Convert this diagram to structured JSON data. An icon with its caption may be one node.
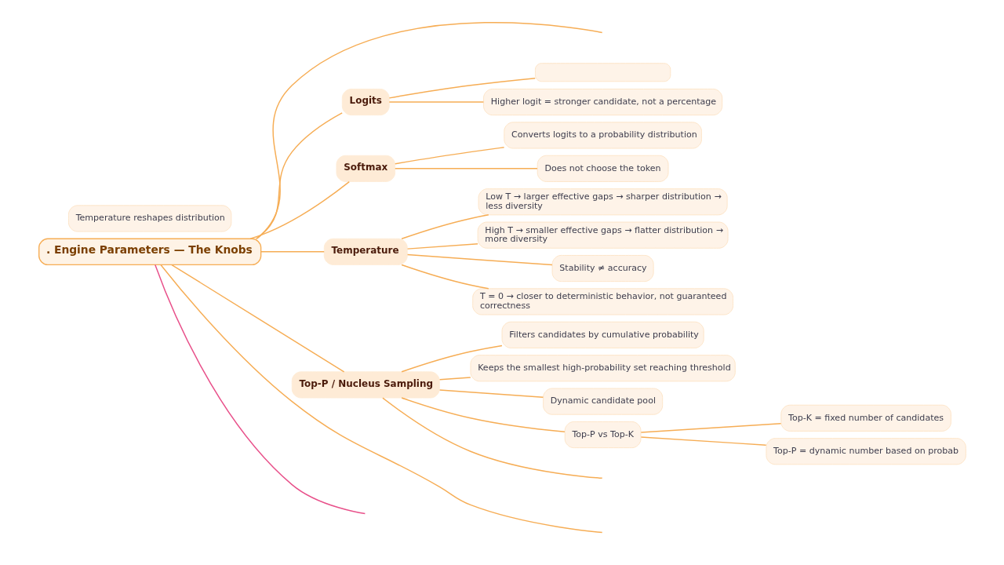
{
  "diagram": {
    "nodes": [
      {
        "text": [
          ". Engine Parameters — The Knobs"
        ]
      },
      {
        "text": [
          "Logits"
        ]
      },
      {
        "text": [],
        "shape": "box"
      },
      {
        "text": [
          "Higher logit = stronger candidate, not a percentage"
        ]
      },
      {
        "text": [
          "Softmax"
        ]
      },
      {
        "text": [
          "Converts logits to a probability distribution"
        ]
      },
      {
        "text": [
          "Does not choose the token"
        ]
      },
      {
        "text": [
          "Temperature"
        ]
      },
      {
        "text": [
          "Low T → larger effective gaps → sharper distribution → less diversity"
        ]
      },
      {
        "text": [
          "High T → smaller effective gaps → flatter distribution → more diversity"
        ]
      },
      {
        "text": [
          "Stability ≠ accuracy"
        ]
      },
      {
        "text": [
          "T = 0 → closer to deterministic behavior, not guaranteed correctness"
        ]
      },
      {
        "text": [
          "Top-P / Nucleus Sampling"
        ]
      },
      {
        "text": [
          "Filters candidates by cumulative probability"
        ]
      },
      {
        "text": [
          "Keeps the smallest high-probability set reaching threshold"
        ]
      },
      {
        "text": [
          "Dynamic candidate pool"
        ]
      },
      {
        "text": [
          "Top-P vs Top-K"
        ]
      },
      {
        "text": [
          "Top-K = fixed number of candidates"
        ]
      },
      {
        "text": [
          "Top-P = dynamic number based on probab"
        ]
      },
      {
        "text": [
          "Temperature reshapes distribution"
        ]
      }
    ],
    "edges": [
      {
        "from": 0,
        "to": null,
        "arrow": "none"
      },
      {
        "from": 0,
        "to": 1,
        "arrow": "none"
      },
      {
        "from": 1,
        "to": 2,
        "arrow": "none"
      },
      {
        "from": 1,
        "to": 3,
        "arrow": "none"
      },
      {
        "from": 0,
        "to": 4,
        "arrow": "none"
      },
      {
        "from": 4,
        "to": 5,
        "arrow": "none"
      },
      {
        "from": 4,
        "to": 6,
        "arrow": "none"
      },
      {
        "from": 0,
        "to": 7,
        "arrow": "none"
      },
      {
        "from": 7,
        "to": 8,
        "arrow": "none"
      },
      {
        "from": 7,
        "to": 9,
        "arrow": "none"
      },
      {
        "from": 7,
        "to": 10,
        "arrow": "none"
      },
      {
        "from": 7,
        "to": 11,
        "arrow": "none"
      },
      {
        "from": 0,
        "to": 12,
        "arrow": "none"
      },
      {
        "from": 12,
        "to": 13,
        "arrow": "none"
      },
      {
        "from": 12,
        "to": 14,
        "arrow": "none"
      },
      {
        "from": 12,
        "to": 15,
        "arrow": "none"
      },
      {
        "from": 12,
        "to": 16,
        "arrow": "none"
      },
      {
        "from": 16,
        "to": 17,
        "arrow": "none"
      },
      {
        "from": 16,
        "to": 18,
        "arrow": "none"
      },
      {
        "from": 12,
        "to": null,
        "arrow": "none"
      },
      {
        "from": 0,
        "to": null,
        "arrow": "none"
      },
      {
        "from": 0,
        "to": null,
        "arrow": "none",
        "color": "#e8508a"
      }
    ]
  }
}
